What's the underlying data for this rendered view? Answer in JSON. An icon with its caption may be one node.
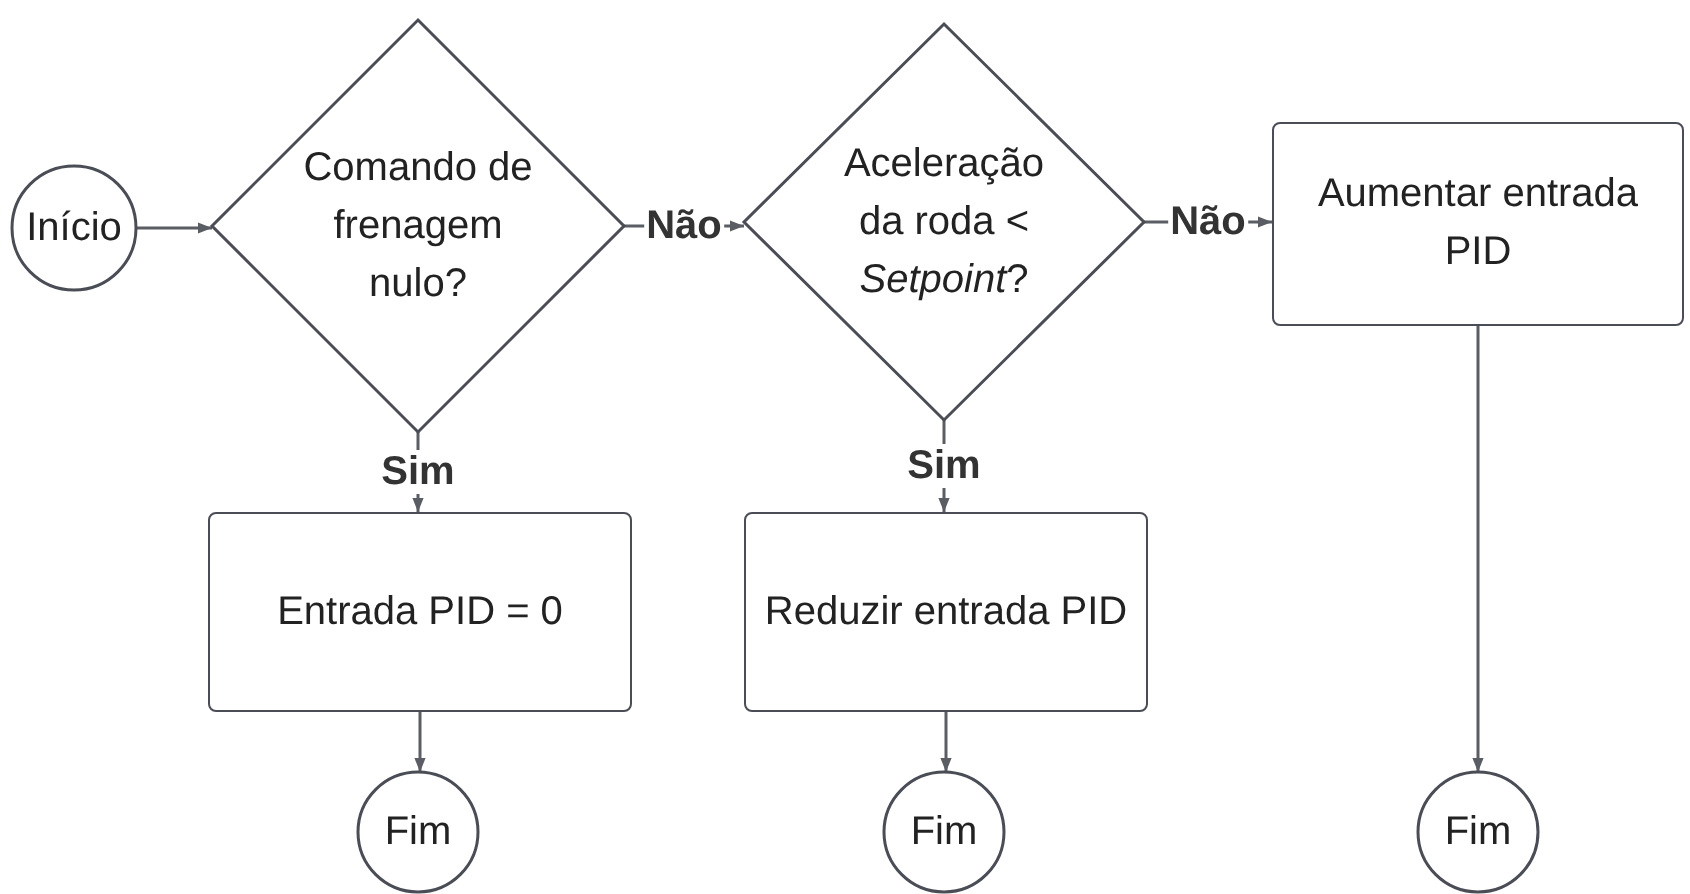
{
  "diagram": {
    "nodes": [
      {
        "text": [
          "Início"
        ]
      },
      {
        "text": [
          "Comando de frenagem nulo?"
        ]
      },
      {
        "text": [
          "Aceleração da roda < *Setpoint*?"
        ]
      },
      {
        "text": [
          "Aumentar entrada PID"
        ]
      },
      {
        "text": [
          "Entrada PID = 0"
        ]
      },
      {
        "text": [
          "Reduzir entrada PID"
        ]
      },
      {
        "text": [
          "Fim"
        ]
      },
      {
        "text": [
          "Fim"
        ]
      },
      {
        "text": [
          "Fim"
        ]
      }
    ],
    "edges": [
      {
        "from": 0,
        "to": 1,
        "arrow": "to"
      },
      {
        "from": 1,
        "to": 2,
        "arrow": "to",
        "label": "Não"
      },
      {
        "from": 2,
        "to": 3,
        "arrow": "to",
        "label": "Não"
      },
      {
        "from": 1,
        "to": 4,
        "arrow": "to",
        "label": "Sim"
      },
      {
        "from": 2,
        "to": 5,
        "arrow": "to",
        "label": "Sim"
      },
      {
        "from": 4,
        "to": 6,
        "arrow": "to"
      },
      {
        "from": 5,
        "to": 7,
        "arrow": "to"
      },
      {
        "from": 3,
        "to": 8,
        "arrow": "to"
      }
    ]
  }
}
